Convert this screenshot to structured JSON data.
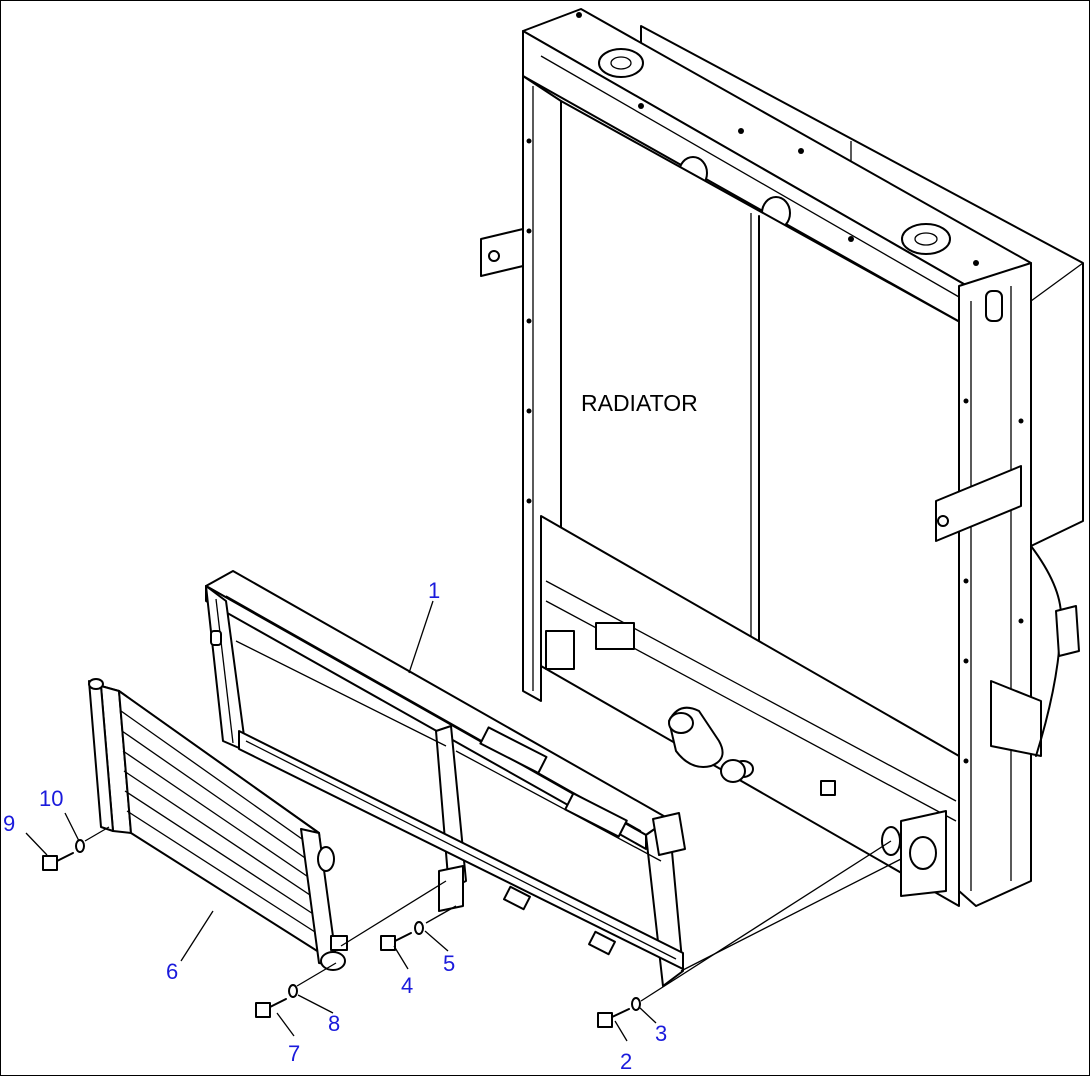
{
  "diagram": {
    "main_label": "RADIATOR",
    "parts": [
      {
        "id": "part-1",
        "number": "1"
      },
      {
        "id": "part-2",
        "number": "2"
      },
      {
        "id": "part-3",
        "number": "3"
      },
      {
        "id": "part-4",
        "number": "4"
      },
      {
        "id": "part-5",
        "number": "5"
      },
      {
        "id": "part-6",
        "number": "6"
      },
      {
        "id": "part-7",
        "number": "7"
      },
      {
        "id": "part-8",
        "number": "8"
      },
      {
        "id": "part-9",
        "number": "9"
      },
      {
        "id": "part-10",
        "number": "10"
      }
    ],
    "colors": {
      "callout": "#1a1adc",
      "line": "#000000",
      "background": "#ffffff"
    }
  }
}
